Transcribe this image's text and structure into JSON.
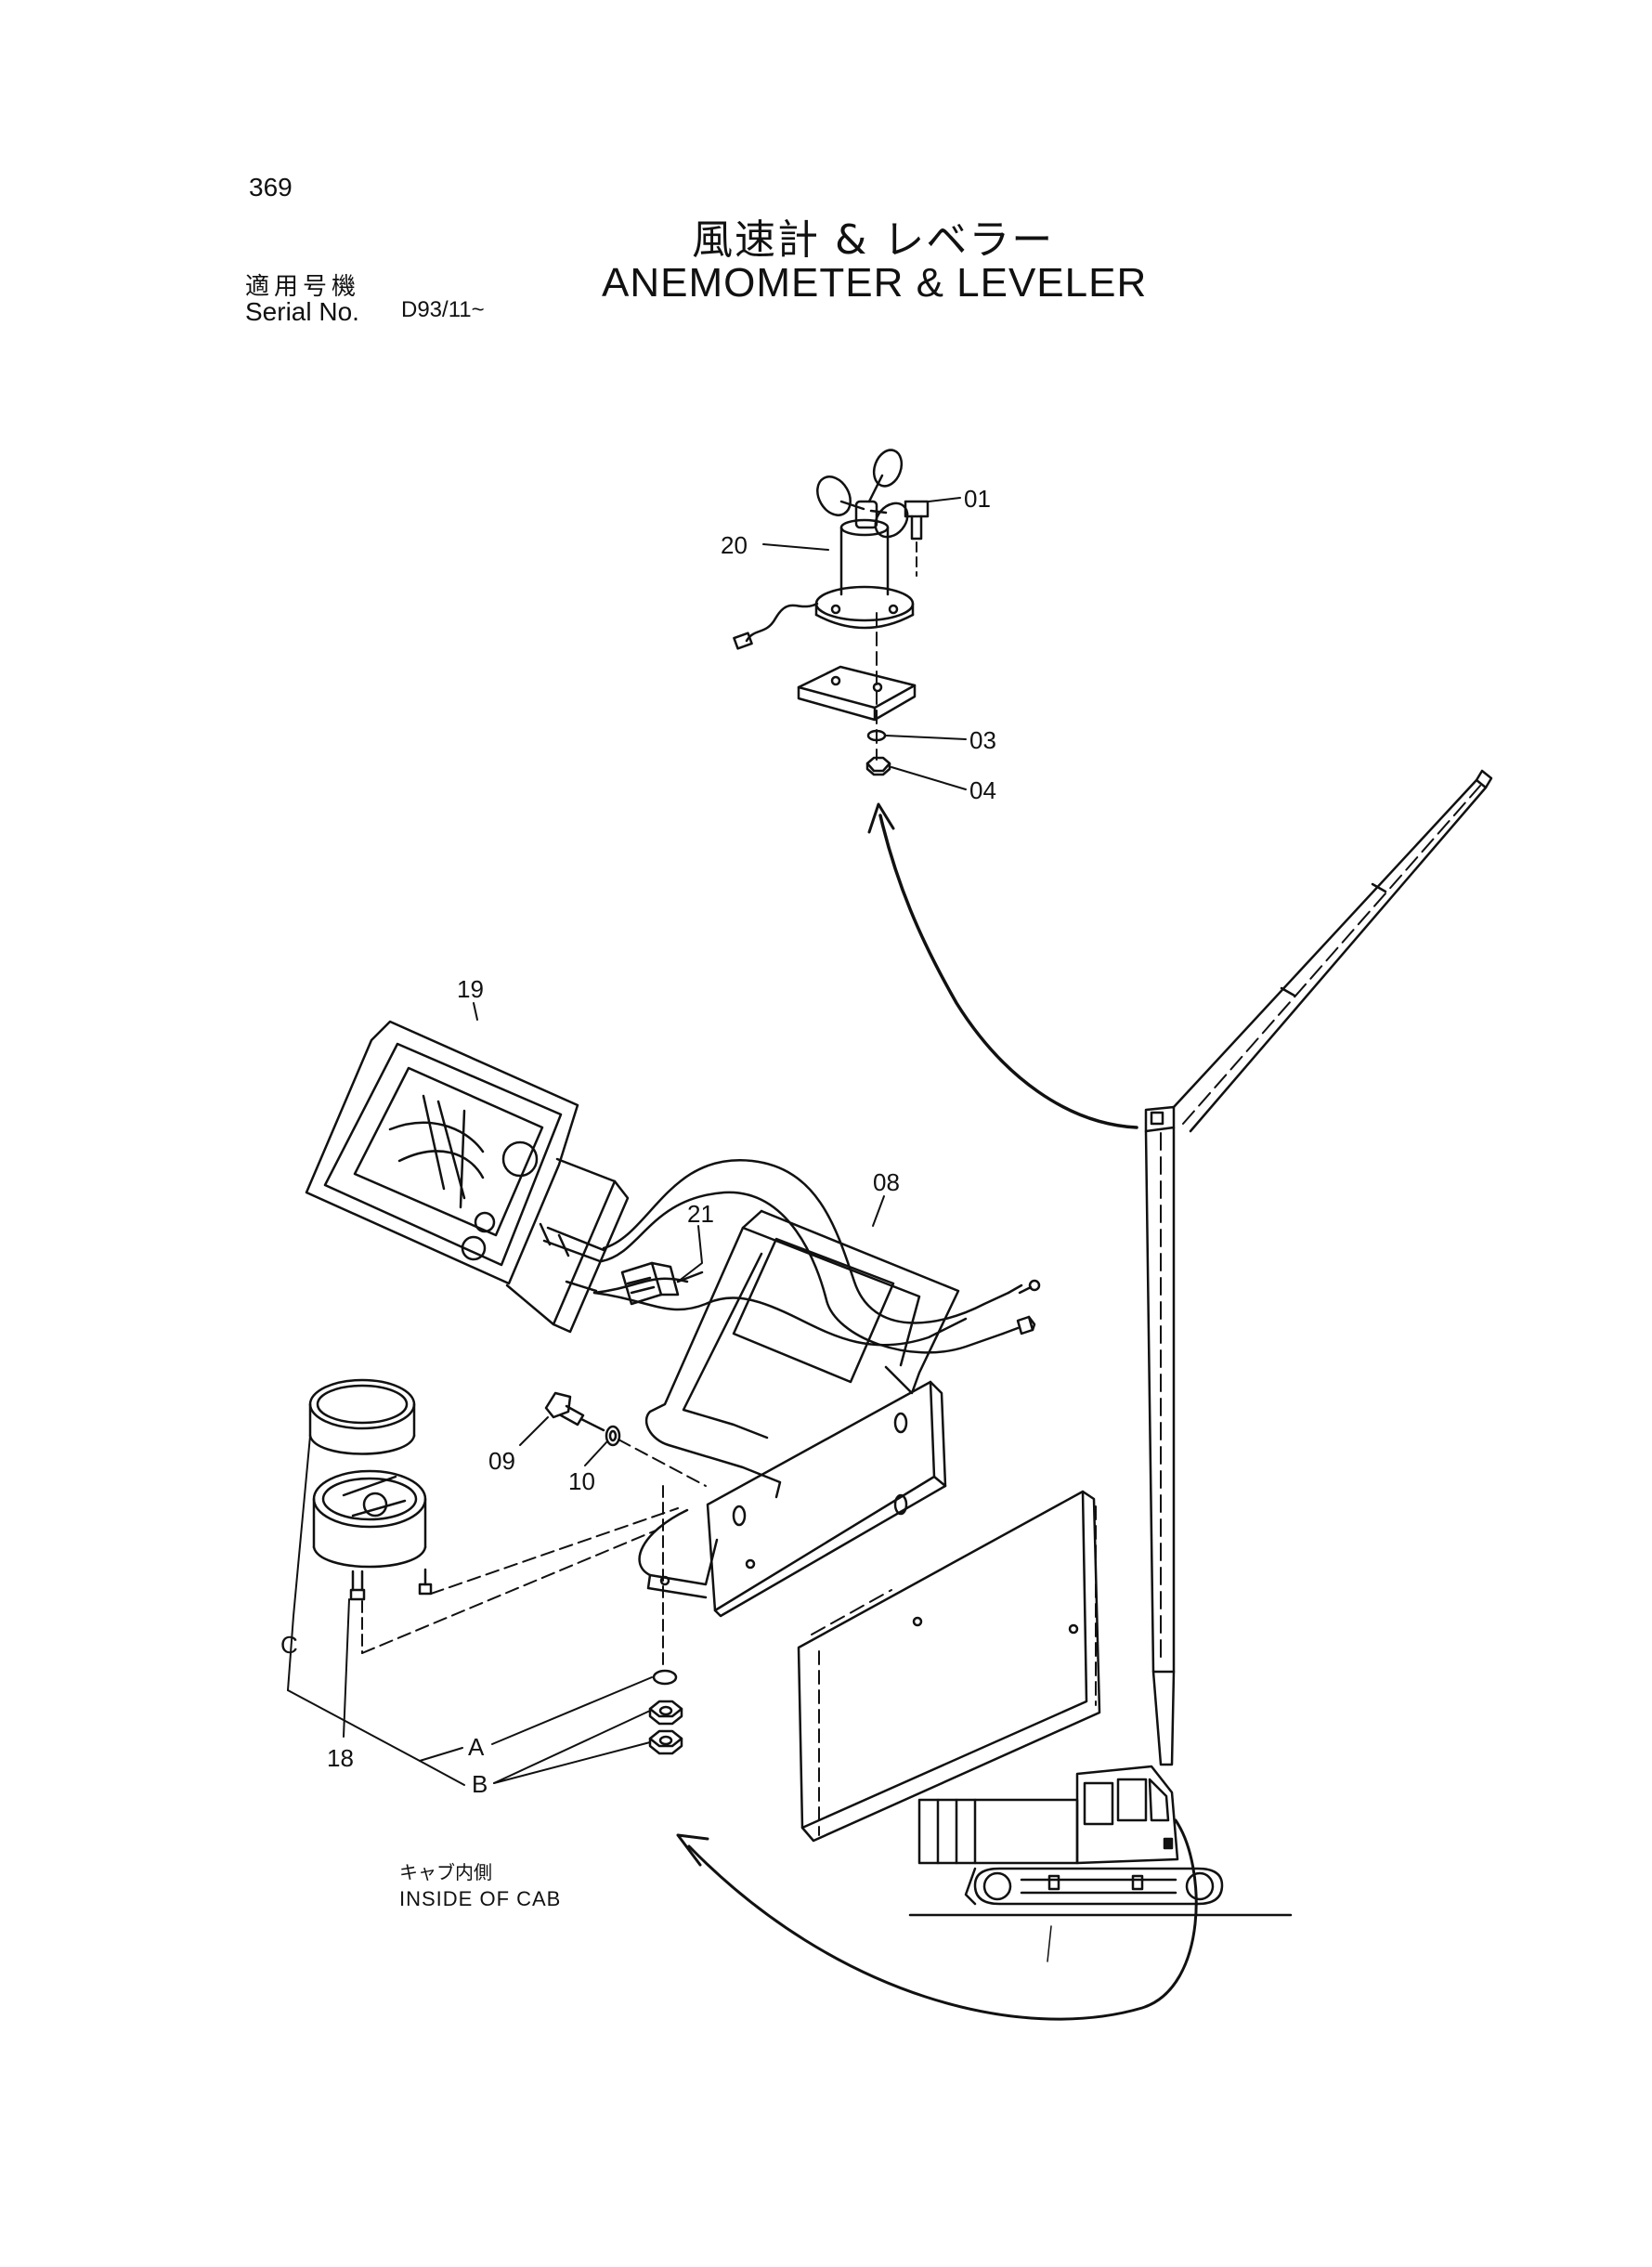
{
  "header": {
    "page_number": "369",
    "title_jp": "風速計 & レベラー",
    "title_en": "ANEMOMETER & LEVELER",
    "serial_label_jp": "適用号機",
    "serial_label_en": "Serial No.",
    "serial_value": "D93/11~"
  },
  "callouts": {
    "p01": "01",
    "p03": "03",
    "p04": "04",
    "p08": "08",
    "p09": "09",
    "p10": "10",
    "p18": "18",
    "p19": "19",
    "p20": "20",
    "p21": "21",
    "a": "A",
    "b": "B",
    "c": "C"
  },
  "note": {
    "cab_jp": "キャブ内側",
    "cab_en": "INSIDE OF CAB"
  }
}
